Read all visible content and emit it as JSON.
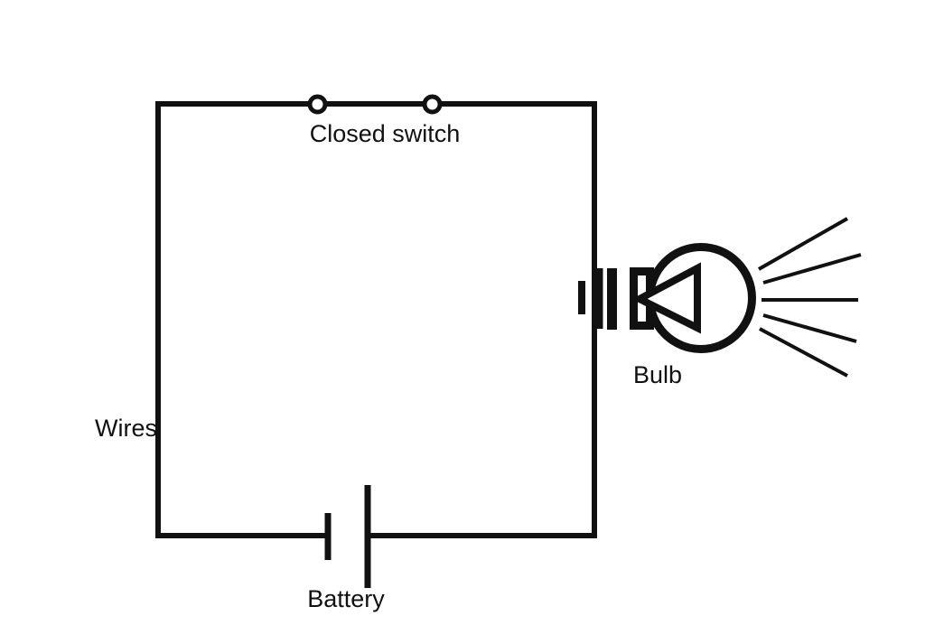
{
  "colors": {
    "ink": "#111111",
    "background": "#ffffff"
  },
  "diagram": {
    "type": "simple-electric-circuit",
    "labels": {
      "closed_switch": "Closed switch",
      "wires": "Wires",
      "battery": "Battery",
      "bulb": "Bulb"
    },
    "components": [
      {
        "name": "switch",
        "label": "Closed switch",
        "state": "closed"
      },
      {
        "name": "wires",
        "label": "Wires"
      },
      {
        "name": "battery",
        "label": "Battery"
      },
      {
        "name": "bulb",
        "label": "Bulb",
        "state": "lit",
        "ray_count": 5
      }
    ]
  }
}
